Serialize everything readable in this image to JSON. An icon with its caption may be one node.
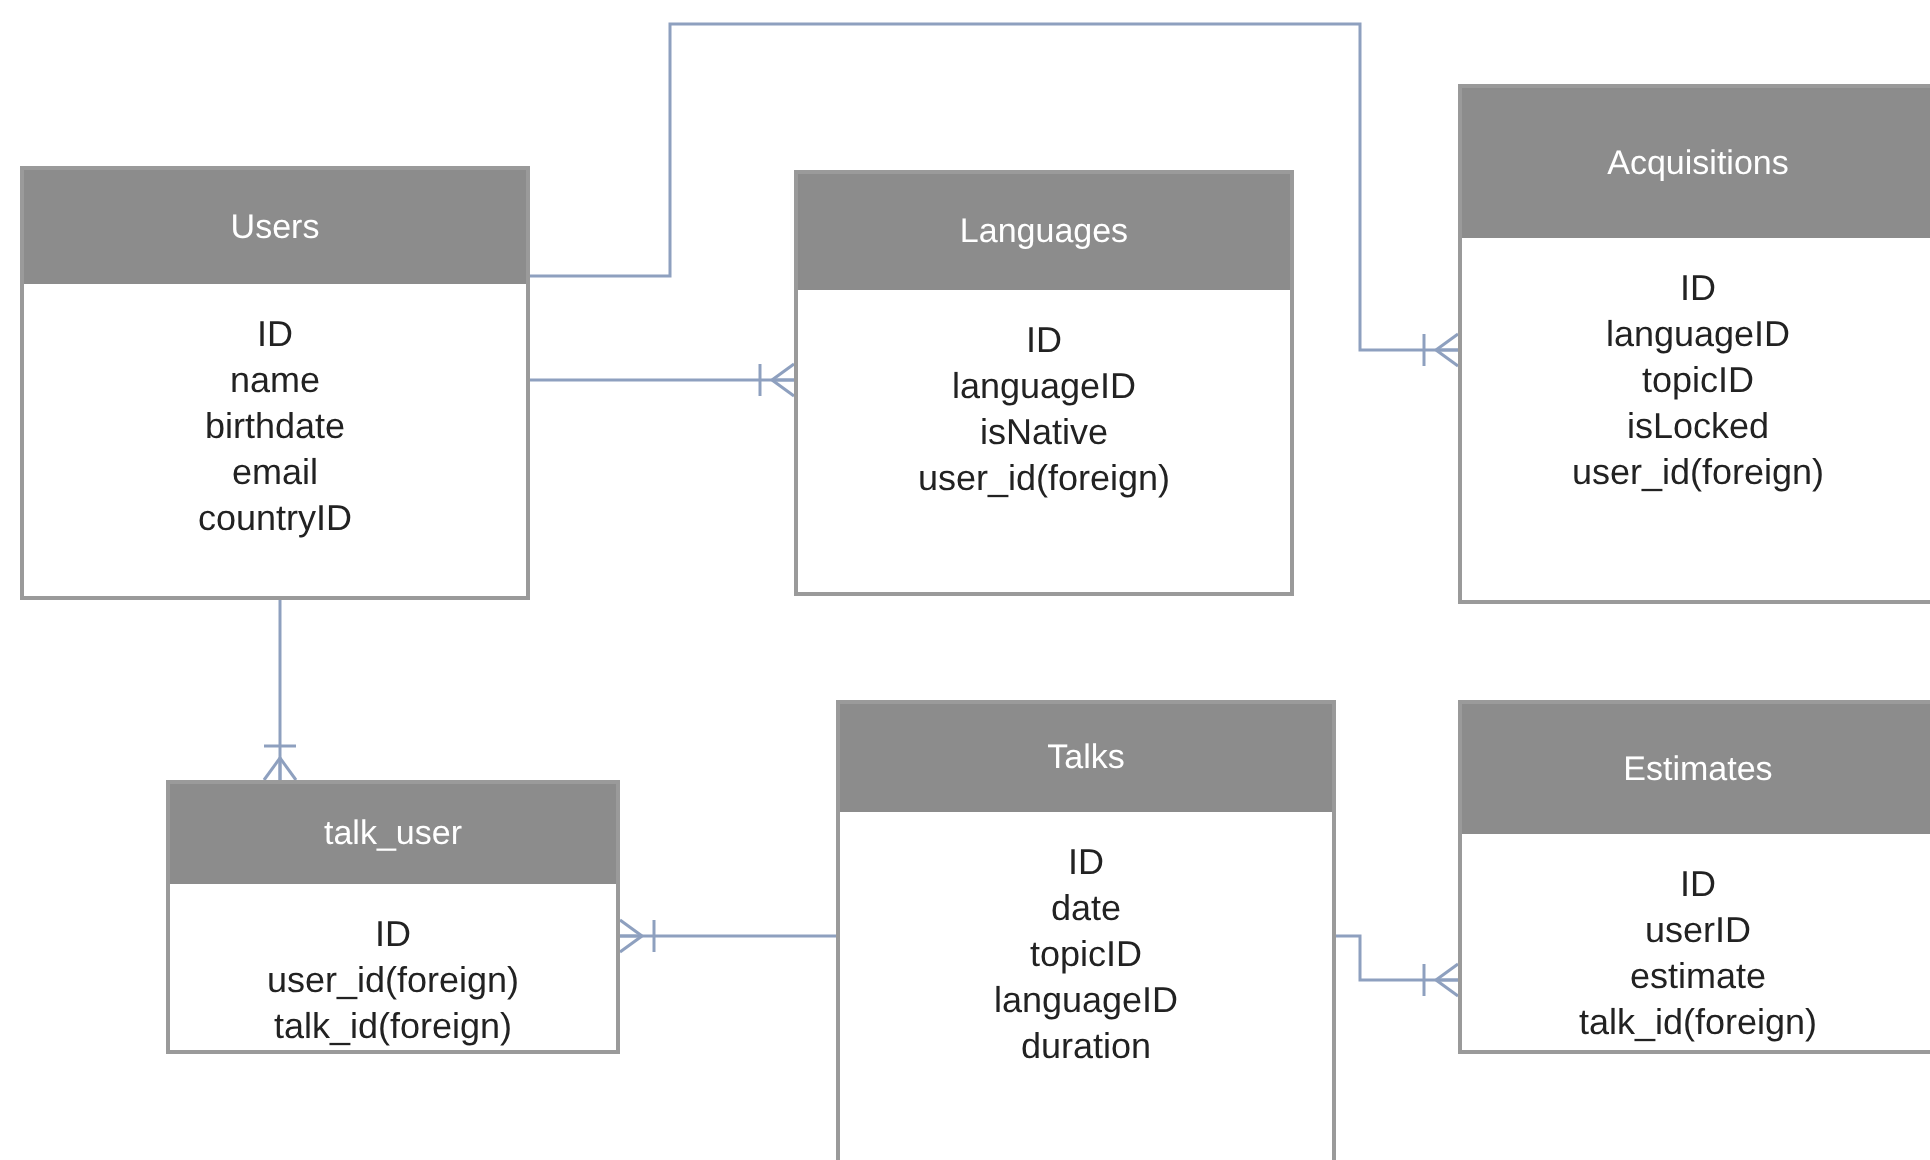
{
  "diagram": {
    "nodes": [
      {
        "text": [
          "Users",
          "ID",
          "name",
          "birthdate",
          "email",
          "countryID"
        ]
      },
      {
        "text": [
          "Languages",
          "ID",
          "languageID",
          "isNative",
          "user_id(foreign)"
        ]
      },
      {
        "text": [
          "Acquisitions",
          "ID",
          "languageID",
          "topicID",
          "isLocked",
          "user_id(foreign)"
        ]
      },
      {
        "text": [
          "talk_user",
          "ID",
          "user_id(foreign)",
          "talk_id(foreign)"
        ]
      },
      {
        "text": [
          "Talks",
          "ID",
          "date",
          "topicID",
          "languageID",
          "duration"
        ]
      },
      {
        "text": [
          "Estimates",
          "ID",
          "userID",
          "estimate",
          "talk_id(foreign)"
        ]
      }
    ],
    "edges": [
      {
        "from": 0,
        "to": 1,
        "arrow": "other"
      },
      {
        "from": 0,
        "to": 2,
        "arrow": "other"
      },
      {
        "from": 0,
        "to": 3,
        "arrow": "other"
      },
      {
        "from": 4,
        "to": 3,
        "arrow": "other"
      },
      {
        "from": 4,
        "to": 5,
        "arrow": "other"
      }
    ]
  }
}
